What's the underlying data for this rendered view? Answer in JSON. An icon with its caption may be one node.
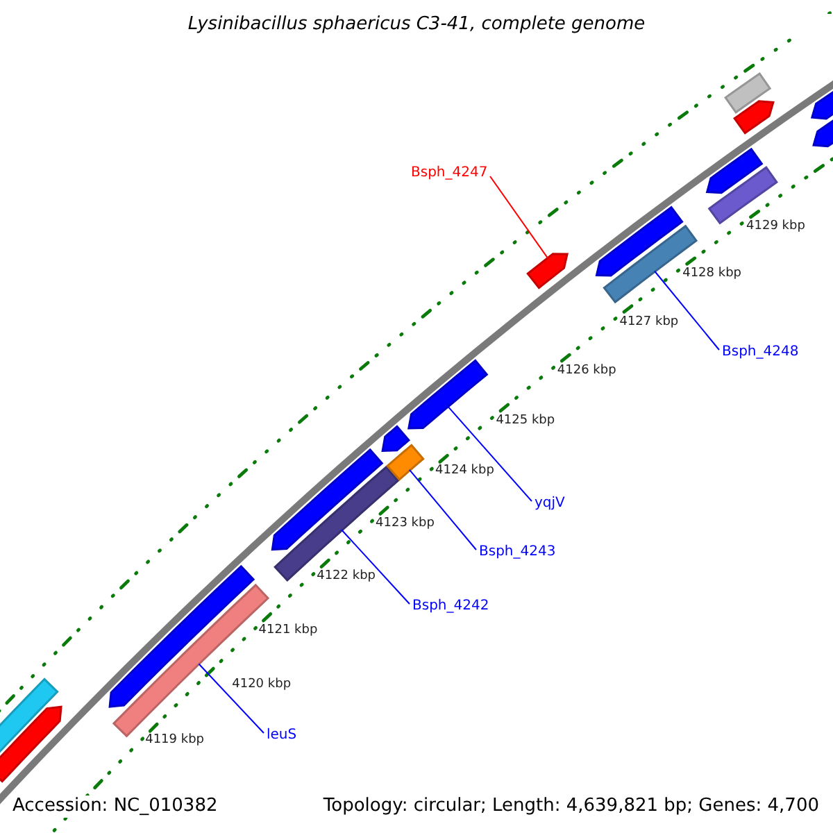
{
  "diagram": {
    "title": "Lysinibacillus sphaericus C3-41, complete genome",
    "nodes": [
      {
        "text": [
          "Bsph_4247"
        ]
      },
      {
        "text": [
          "Bsph_4248"
        ]
      },
      {
        "text": [
          "yqjV"
        ]
      },
      {
        "text": [
          "Bsph_4243"
        ]
      },
      {
        "text": [
          "Bsph_4242"
        ]
      },
      {
        "text": [
          "leuS"
        ]
      },
      {
        "text": [],
        "shape": "bar"
      },
      {
        "text": [],
        "shape": "bar"
      },
      {
        "text": [],
        "shape": "bar"
      },
      {
        "text": [],
        "shape": "bar"
      },
      {
        "text": [],
        "shape": "bar"
      },
      {
        "text": [],
        "shape": "bar"
      },
      {
        "text": [],
        "shape": "bar"
      },
      {
        "text": [],
        "shape": "bar"
      },
      {
        "text": [],
        "shape": "bar"
      },
      {
        "text": [],
        "shape": "bar"
      },
      {
        "text": [],
        "shape": "bar"
      },
      {
        "text": [],
        "shape": "bar"
      },
      {
        "text": [],
        "shape": "bar"
      },
      {
        "text": [],
        "shape": "bar"
      },
      {
        "text": [],
        "shape": "bar"
      },
      {
        "text": [],
        "shape": "bar"
      },
      {
        "text": [],
        "shape": "bar"
      },
      {
        "text": [],
        "shape": "bar"
      }
    ],
    "edges": [
      {
        "from": 0,
        "to": 15,
        "arrow": "none",
        "color": "#ff0000"
      },
      {
        "from": 1,
        "to": 17,
        "arrow": "none"
      },
      {
        "from": 2,
        "to": 14,
        "arrow": "none"
      },
      {
        "from": 3,
        "to": 13,
        "arrow": "none"
      },
      {
        "from": 4,
        "to": 11,
        "arrow": "none"
      },
      {
        "from": 5,
        "to": 9,
        "arrow": "none"
      }
    ],
    "labels": [
      "4129 kbp",
      "4128 kbp",
      "4127 kbp",
      "4126 kbp",
      "4125 kbp",
      "4124 kbp",
      "4123 kbp",
      "4122 kbp",
      "4121 kbp",
      "4120 kbp",
      "4119 kbp",
      "Accession: NC_010382",
      "Topology: circular; Length: 4,639,821 bp; Genes: 4,700"
    ]
  }
}
